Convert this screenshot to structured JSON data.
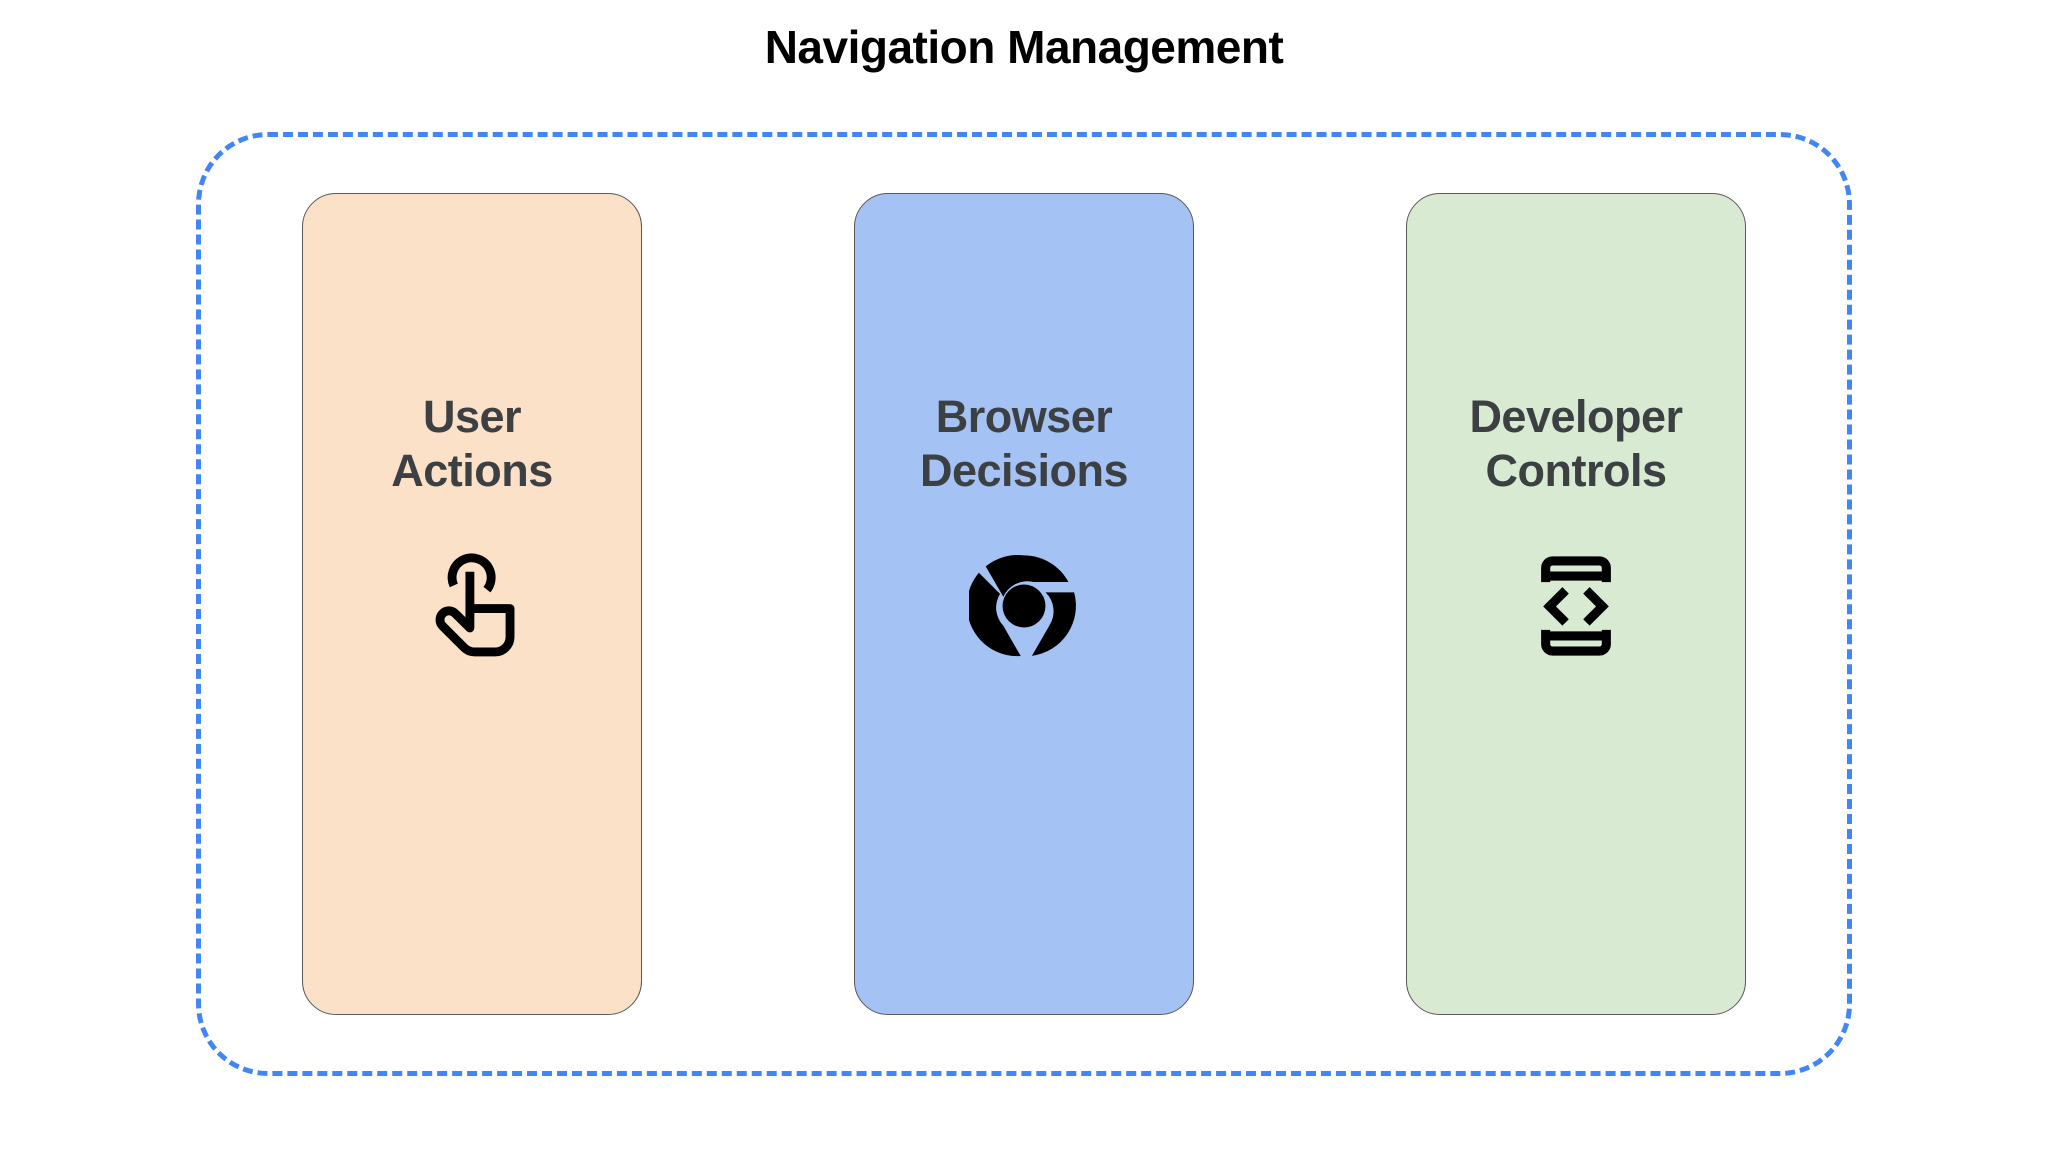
{
  "page": {
    "title": "Navigation Management",
    "background_color": "#FFFFFF",
    "title_color": "#000000"
  },
  "container": {
    "name": "navigation-management-group",
    "border_style": "dashed",
    "border_color": "#4285F4",
    "corner_radius": "72px"
  },
  "cards": [
    {
      "label": "User\nActions",
      "line1": "User",
      "line2": "Actions",
      "fill_color": "#FAE1C8",
      "border_color": "#595959",
      "text_color": "#3C4043",
      "icon": "touch-app-icon",
      "icon_color": "#000000"
    },
    {
      "label": "Browser\nDecisions",
      "line1": "Browser",
      "line2": "Decisions",
      "fill_color": "#A4C2F4",
      "border_color": "#595959",
      "text_color": "#3C4043",
      "icon": "chrome-logo-icon",
      "icon_color": "#000000"
    },
    {
      "label": "Developer\nControls",
      "line1": "Developer",
      "line2": "Controls",
      "fill_color": "#D9EAD3",
      "border_color": "#595959",
      "text_color": "#3C4043",
      "icon": "developer-mode-icon",
      "icon_color": "#000000"
    }
  ]
}
